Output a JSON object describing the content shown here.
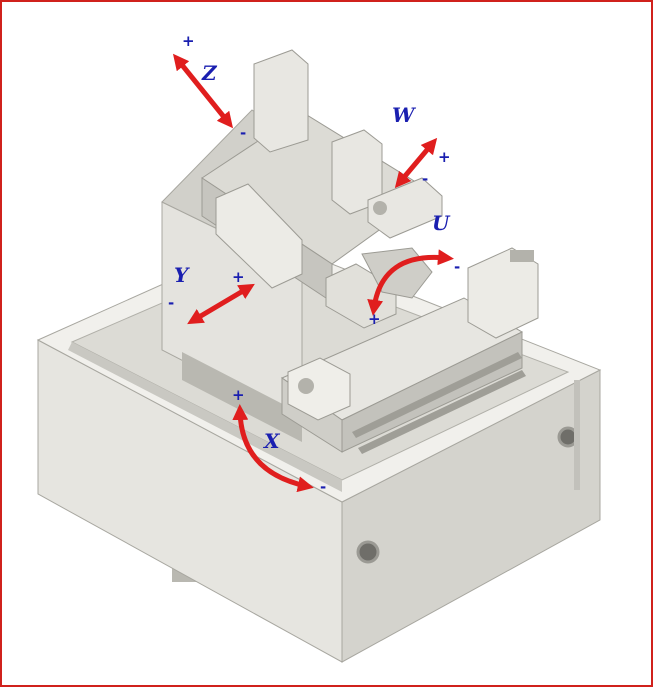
{
  "colors": {
    "frame_border": "#d0211c",
    "arrow": "#e01e1e",
    "axis_text": "#1a1fb0",
    "machine_light": "#ecebe6",
    "machine_mid": "#d9d8d2",
    "machine_dark": "#b9b8b1",
    "machine_shadow": "#8f8e88"
  },
  "axes": [
    {
      "id": "z",
      "letter": "Z",
      "plus": "+",
      "minus": "-",
      "motion": "linear"
    },
    {
      "id": "w",
      "letter": "W",
      "plus": "+",
      "minus": "-",
      "motion": "linear"
    },
    {
      "id": "u",
      "letter": "U",
      "plus": "+",
      "minus": "-",
      "motion": "rotary"
    },
    {
      "id": "y",
      "letter": "Y",
      "plus": "+",
      "minus": "-",
      "motion": "linear"
    },
    {
      "id": "x",
      "letter": "X",
      "plus": "+",
      "minus": "-",
      "motion": "rotary"
    }
  ]
}
